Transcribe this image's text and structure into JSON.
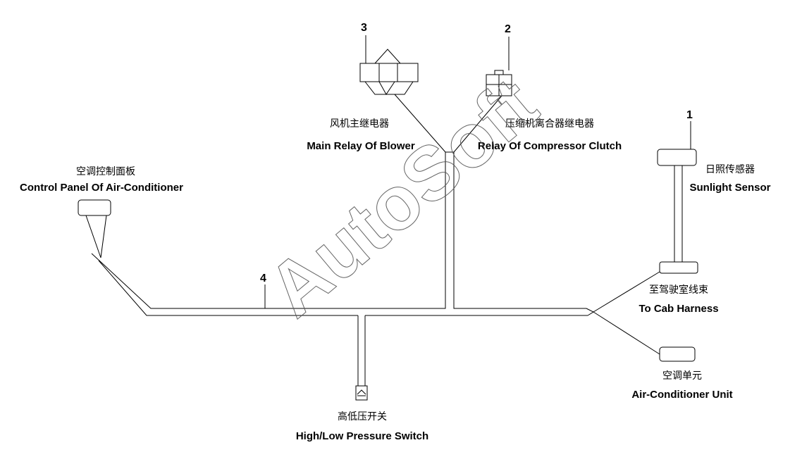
{
  "watermark": "AutoSoft",
  "components": {
    "blower_relay": {
      "number": "3",
      "label_cn": "风机主继电器",
      "label_en": "Main Relay Of Blower"
    },
    "compressor_relay": {
      "number": "2",
      "label_cn": "压缩机离合器继电器",
      "label_en": "Relay Of Compressor Clutch"
    },
    "sunlight_sensor": {
      "number": "1",
      "label_cn": "日照传感器",
      "label_en": "Sunlight Sensor"
    },
    "control_panel": {
      "label_cn": "空调控制面板",
      "label_en": "Control Panel Of Air-Conditioner"
    },
    "cab_harness": {
      "label_cn": "至驾驶室线束",
      "label_en": "To Cab Harness"
    },
    "ac_unit": {
      "label_cn": "空调单元",
      "label_en": "Air-Conditioner Unit"
    },
    "pressure_switch": {
      "label_cn": "高低压开关",
      "label_en": "High/Low Pressure Switch"
    },
    "harness_point": {
      "number": "4"
    }
  }
}
